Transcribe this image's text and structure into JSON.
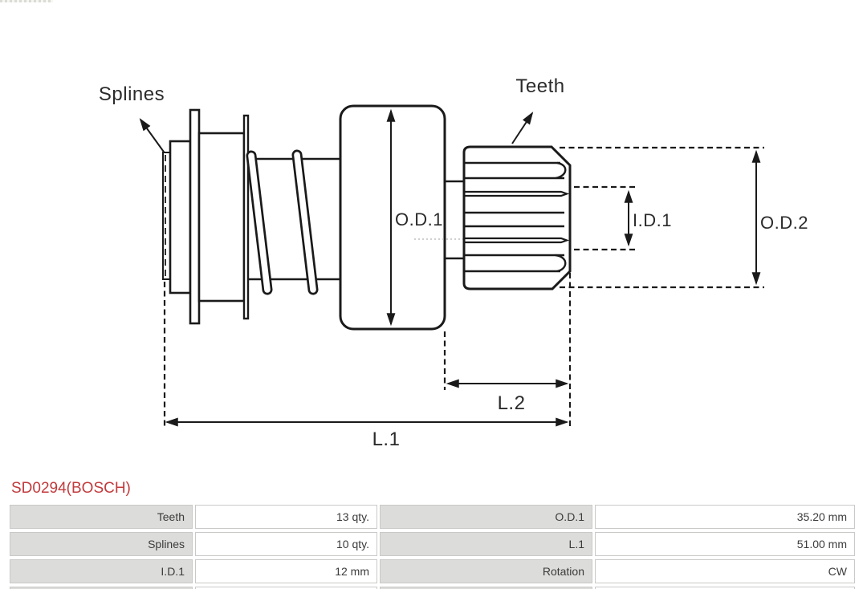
{
  "part": {
    "title": "SD0294(BOSCH)",
    "title_color": "#c23a3c"
  },
  "diagram": {
    "line_color": "#1a1a1a",
    "labels": {
      "splines": "Splines",
      "teeth": "Teeth",
      "od1": "O.D.1",
      "id1": "I.D.1",
      "od2": "O.D.2",
      "l2": "L.2",
      "l1": "L.1"
    }
  },
  "spec_table": {
    "label_bg": "#dcdcda",
    "border_color": "#c9c9c7",
    "text_color": "#3b3b3b",
    "rows": [
      {
        "label1": "Teeth",
        "value1": "13 qty.",
        "label2": "O.D.1",
        "value2": "35.20 mm"
      },
      {
        "label1": "Splines",
        "value1": "10 qty.",
        "label2": "L.1",
        "value2": "51.00 mm"
      },
      {
        "label1": "I.D.1",
        "value1": "12 mm",
        "label2": "Rotation",
        "value2": "CW"
      }
    ]
  }
}
